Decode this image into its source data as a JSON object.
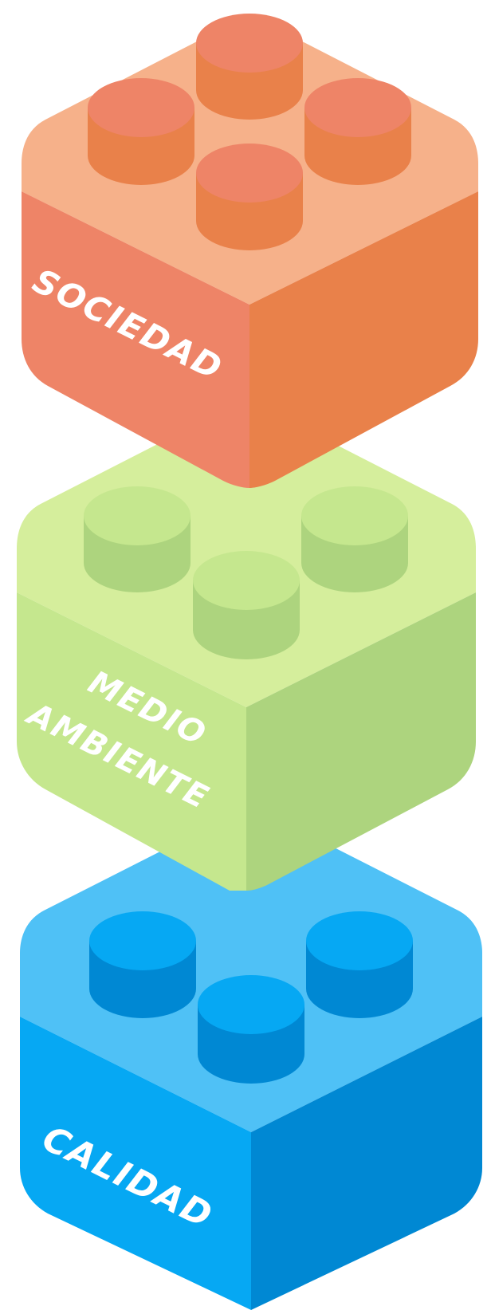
{
  "blocks": [
    {
      "label_lines": [
        "SOCIEDAD"
      ],
      "colors": {
        "top": "#F6B18A",
        "left": "#EE8467",
        "right": "#E9814A",
        "stud_top": "#EE8467",
        "stud_side": "#E9814A"
      }
    },
    {
      "label_lines": [
        "MEDIO",
        "AMBIENTE"
      ],
      "colors": {
        "top": "#D5EE9C",
        "left": "#C5E78E",
        "right": "#ADD47E",
        "stud_top": "#C5E78E",
        "stud_side": "#ADD47E"
      }
    },
    {
      "label_lines": [
        "CALIDAD"
      ],
      "colors": {
        "top": "#4FC1F6",
        "left": "#06A8F3",
        "right": "#0088D3",
        "stud_top": "#06A8F3",
        "stud_side": "#0088D3"
      }
    }
  ]
}
